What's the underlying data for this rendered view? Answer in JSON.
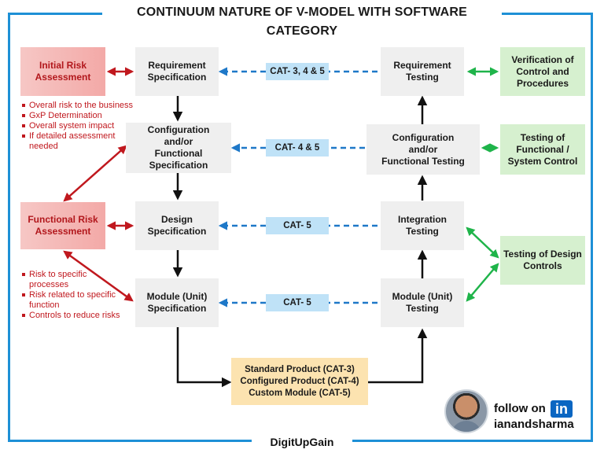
{
  "title": "CONTINUUM NATURE OF V-MODEL WITH SOFTWARE CATEGORY",
  "footer": "DigitUpGain",
  "left_column": {
    "initial_risk": "Initial Risk\nAssessment",
    "initial_risk_points": [
      "Overall risk to the business",
      "GxP Determination",
      "Overall system impact",
      "If detailed assessment\nneeded"
    ],
    "functional_risk": "Functional  Risk\nAssessment",
    "functional_risk_points": [
      "Risk to specific\nprocesses",
      "Risk related to specific\nfunction",
      "Controls to reduce risks"
    ]
  },
  "spec_column": {
    "requirement_spec": "Requirement\nSpecification",
    "config_spec": "Configuration\nand/or\nFunctional Specification",
    "design_spec": "Design\nSpecification",
    "module_spec": "Module (Unit)\nSpecification"
  },
  "test_column": {
    "requirement_testing": "Requirement\nTesting",
    "config_testing": "Configuration\nand/or\nFunctional Testing",
    "integration_testing": "Integration\nTesting",
    "module_testing": "Module (Unit)\nTesting"
  },
  "categories": {
    "row1": "CAT- 3, 4 & 5",
    "row2": "CAT- 4 & 5",
    "row3": "CAT- 5",
    "row4": "CAT- 5"
  },
  "right_column": {
    "verification": "Verification of\nControl and\nProcedures",
    "functional_control": "Testing of\nFunctional /\nSystem Control",
    "design_controls": "Testing of Design\nControls"
  },
  "product": "Standard Product (CAT-3)\nConfigured Product (CAT-4)\nCustom Module (CAT-5)",
  "follow": {
    "label": "follow on",
    "network_icon": "linkedin-icon",
    "network_text": "in",
    "handle": "ianandsharma"
  },
  "colors": {
    "frame": "#1e90d6",
    "risk_red": "#c0181e",
    "green_arrow": "#1fb44a",
    "blue_dash": "#1e78c8"
  }
}
